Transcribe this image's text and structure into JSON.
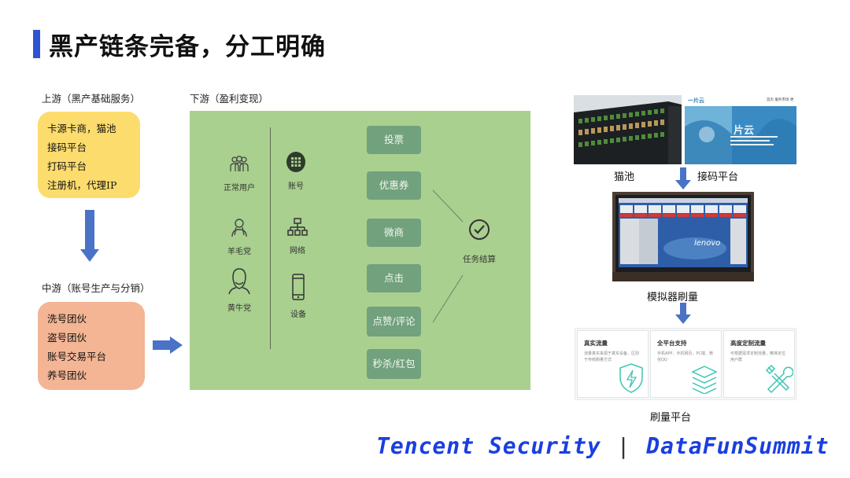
{
  "title": "黑产链条完备，分工明确",
  "upstream": {
    "caption": "上游（黑产基础服务）",
    "items": [
      "卡源卡商，猫池",
      "接码平台",
      "打码平台",
      "注册机，代理IP"
    ]
  },
  "midstream": {
    "caption": "中游（账号生产与分销）",
    "items": [
      "洗号团伙",
      "盗号团伙",
      "账号交易平台",
      "养号团伙"
    ]
  },
  "downstream": {
    "caption": "下游（盈利变现）",
    "actors": [
      {
        "label": "正常用户",
        "icon": "users-group-icon"
      },
      {
        "label": "羊毛党",
        "icon": "people-pair-icon"
      },
      {
        "label": "黄牛党",
        "icon": "bearded-man-icon"
      }
    ],
    "resources": [
      {
        "label": "账号",
        "icon": "grid-circle-icon"
      },
      {
        "label": "网络",
        "icon": "network-icon"
      },
      {
        "label": "设备",
        "icon": "phone-icon"
      }
    ],
    "tasks": [
      "投票",
      "优惠券",
      "微商",
      "点击",
      "点赞/评论",
      "秒杀/红包"
    ],
    "settle_label": "任务结算",
    "settle_icon": "check-circle-icon"
  },
  "right": {
    "cat_pool_caption": "猫池",
    "sms_platform_caption": "接码平台",
    "emulator_caption": "模拟器刷量",
    "traffic_platform_caption": "刷量平台",
    "sms_site": {
      "logo_text": "一片云",
      "banner_title": "片云",
      "nav": [
        "首页",
        "服务市场",
        "更"
      ]
    },
    "emulator_brand": "lenovo",
    "cards": [
      {
        "title": "真实流量",
        "desc": "流量真实来源于真实设备，区别于传统刷量方式",
        "icon": "shield-bolt-icon"
      },
      {
        "title": "全平台支持",
        "desc": "手机APP、手机网页、PC端、微信QQ",
        "icon": "stacked-layers-icon"
      },
      {
        "title": "高度定制流量",
        "desc": "可根据需求定制流量，精准定位用户群",
        "icon": "tools-icon"
      }
    ]
  },
  "footer": {
    "left": "Tencent Security",
    "separator": "|",
    "right": "DataFunSummit"
  },
  "colors": {
    "accent": "#2f55d4",
    "upstream_box": "#fddc6e",
    "midstream_box": "#f3b594",
    "panel": "#a9d08e",
    "task_button": "#71a17d",
    "arrow": "#4a73c7",
    "footer": "#1a3fe0"
  }
}
